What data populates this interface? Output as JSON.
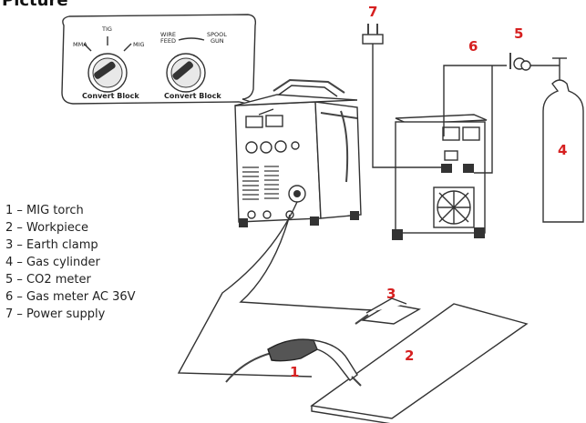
{
  "header": {
    "title": "Picture"
  },
  "legend": {
    "items": [
      "1 – MIG torch",
      "2 – Workpiece",
      "3 – Earth clamp",
      "4 – Gas cylinder",
      "5 – CO2 meter",
      "6 – Gas meter AC 36V",
      "7 – Power supply"
    ]
  },
  "callouts": {
    "torch": "1",
    "workpiece": "2",
    "clamp": "3",
    "cylinder": "4",
    "co2_meter": "5",
    "gas_meter": "6",
    "power_supply": "7"
  },
  "zoom_panel": {
    "left_knob": {
      "top_label": "TIG",
      "left_label": "MMA",
      "right_label": "MIG",
      "bottom_label": "Convert Block"
    },
    "right_knob": {
      "left_label_1": "WIRE",
      "left_label_2": "FEED",
      "right_label_1": "SPOOL",
      "right_label_2": "GUN",
      "bottom_label": "Convert Block"
    }
  },
  "colors": {
    "callout": "#d62020",
    "line": "#333333"
  },
  "icons": [
    "welder-machine",
    "gas-cylinder",
    "regulator",
    "power-plug",
    "mig-torch",
    "earth-clamp",
    "workpiece-plate",
    "fan-grille"
  ]
}
